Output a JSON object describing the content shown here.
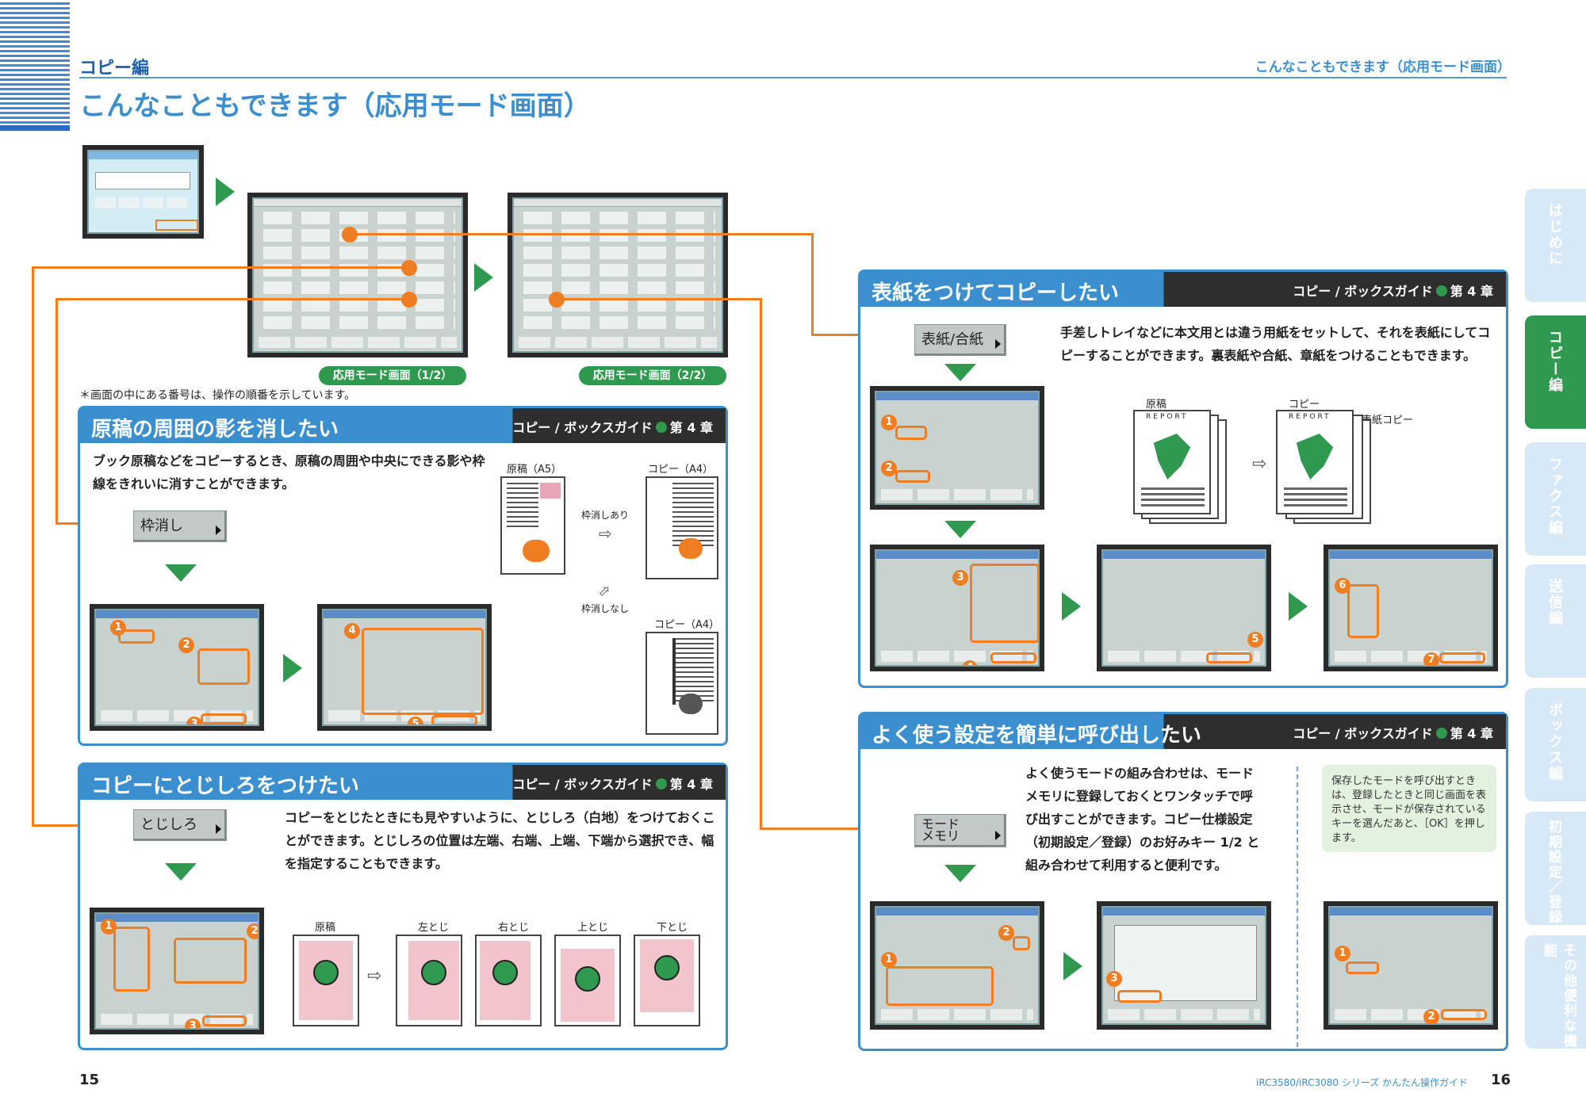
{
  "header": {
    "section_label": "コピー編",
    "page_title": "こんなこともできます（応用モード画面）",
    "right_title": "こんなこともできます（応用モード画面）"
  },
  "top": {
    "panel1_label": "応用モード画面（1/2）",
    "panel2_label": "応用モード画面（2/2）",
    "note": "＊画面の中にある番号は、操作の順番を示しています。"
  },
  "sections": {
    "frame_erase": {
      "title": "原稿の周囲の影を消したい",
      "guide_prefix": "コピー / ボックスガイド",
      "guide_chapter": "第 4 章",
      "text": "ブック原稿などをコピーするとき、原稿の周囲や中央にできる影や枠線をきれいに消すことができます。",
      "key": "枠消し",
      "original_label": "原稿（A5）",
      "copy_label_1": "コピー（A4）",
      "copy_label_2": "コピー（A4）",
      "with_erase": "枠消しあり",
      "without_erase": "枠消しなし"
    },
    "binding": {
      "title": "コピーにとじしろをつけたい",
      "guide_prefix": "コピー / ボックスガイド",
      "guide_chapter": "第 4 章",
      "text": "コピーをとじたときにも見やすいように、とじしろ（白地）をつけておくことができます。とじしろの位置は左端、右端、上端、下端から選択でき、幅を指定することもできます。",
      "key": "とじしろ",
      "labels": [
        "原稿",
        "左とじ",
        "右とじ",
        "上とじ",
        "下とじ"
      ]
    },
    "cover": {
      "title": "表紙をつけてコピーしたい",
      "guide_prefix": "コピー / ボックスガイド",
      "guide_chapter": "第 4 章",
      "text": "手差しトレイなどに本文用とは違う用紙をセットして、それを表紙にしてコピーすることができます。裏表紙や合紙、章紙をつけることもできます。",
      "key": "表紙/合紙",
      "original_label": "原稿",
      "copy_label": "コピー",
      "cover_label": "表紙コピー",
      "report": "REPORT"
    },
    "memory": {
      "title": "よく使う設定を簡単に呼び出したい",
      "guide_prefix": "コピー / ボックスガイド",
      "guide_chapter": "第 4 章",
      "text": "よく使うモードの組み合わせは、モードメモリに登録しておくとワンタッチで呼び出すことができます。コピー仕様設定（初期設定／登録）のお好みキー 1/2 と組み合わせて利用すると便利です。",
      "key_line1": "モード",
      "key_line2": "メモリ",
      "note": "保存したモードを呼び出すときは、登録したときと同じ画面を表示させ、モードが保存されているキーを選んだあと、［OK］を押します。"
    }
  },
  "tabs": [
    "はじめに",
    "コピー編",
    "ファクス編",
    "送信編",
    "ボックス編",
    "初期設定／登録",
    "その他便利な機能"
  ],
  "footer": {
    "left_page": "15",
    "right_page": "16",
    "guide": "iRC3580/iRC3080 シリーズ かんたん操作ガイド"
  },
  "colors": {
    "accent_blue": "#3c8fce",
    "dark": "#2e2e2e",
    "green": "#2f9a4f",
    "orange": "#ef7d22"
  }
}
